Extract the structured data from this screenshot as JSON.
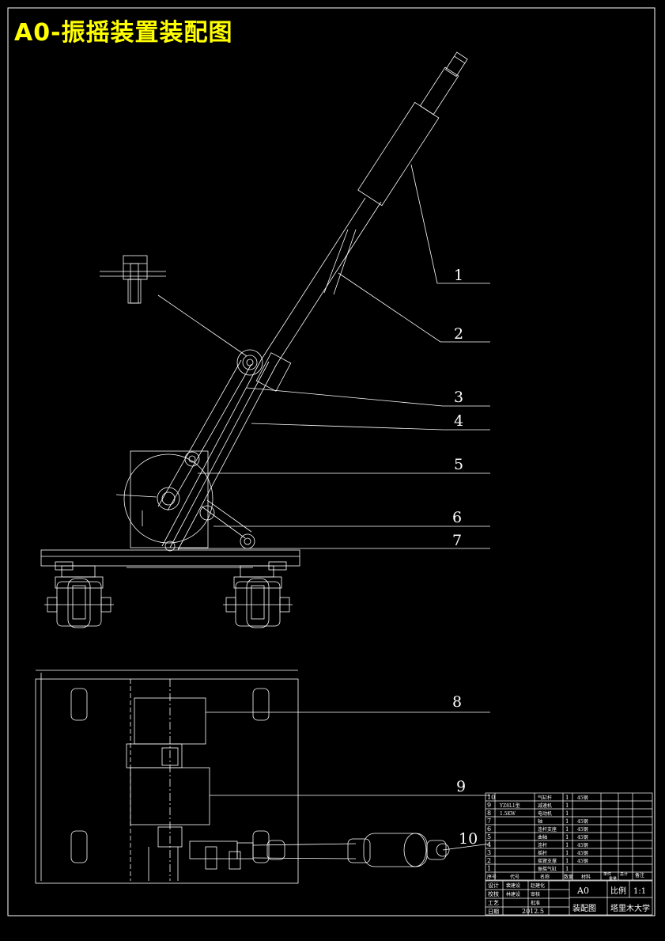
{
  "drawing": {
    "title": "A0-振摇装置装配图",
    "colors": {
      "background": "#000000",
      "lines": "#ffffff",
      "title": "#ffff00"
    }
  },
  "callouts": [
    "1",
    "2",
    "3",
    "4",
    "5",
    "6",
    "7",
    "8",
    "9",
    "10"
  ],
  "title_block": {
    "parts": [
      {
        "no": "10",
        "code": "",
        "name": "气缸杆",
        "qty": "1",
        "material": "45钢"
      },
      {
        "no": "9",
        "code": "YZ8L1型",
        "name": "减速机",
        "qty": "1",
        "material": ""
      },
      {
        "no": "8",
        "code": "1.5KW",
        "name": "电动机",
        "qty": "1",
        "material": ""
      },
      {
        "no": "7",
        "code": "",
        "name": "轴",
        "qty": "1",
        "material": "45钢"
      },
      {
        "no": "6",
        "code": "",
        "name": "连杆支座",
        "qty": "1",
        "material": "45钢"
      },
      {
        "no": "5",
        "code": "",
        "name": "曲轴",
        "qty": "1",
        "material": "45钢"
      },
      {
        "no": "4",
        "code": "",
        "name": "连杆",
        "qty": "1",
        "material": "45钢"
      },
      {
        "no": "3",
        "code": "",
        "name": "摇杆",
        "qty": "1",
        "material": "45钢"
      },
      {
        "no": "2",
        "code": "",
        "name": "摇臂支撑",
        "qty": "1",
        "material": "45钢"
      },
      {
        "no": "1",
        "code": "",
        "name": "振摇气缸",
        "qty": "1",
        "material": ""
      }
    ],
    "header": {
      "seq": "序号",
      "code": "代号",
      "name": "名称",
      "qty": "数量",
      "material": "材料",
      "unit_wt": "单件",
      "total_wt": "总计",
      "weight": "重量",
      "remark": "备注"
    },
    "sheet_size": "A0",
    "scale_label": "比例",
    "scale_value": "1:1",
    "drawing_name": "装配图",
    "school": "塔里木大学",
    "designer_label": "设计",
    "designer": "裴建设",
    "checker_label": "校核",
    "checker": "林建设",
    "reviewer_label": "审核",
    "reviewer": "赵建化",
    "craft_label": "工艺",
    "approve_label": "批准",
    "date_label": "日期",
    "date": "2012.5"
  }
}
